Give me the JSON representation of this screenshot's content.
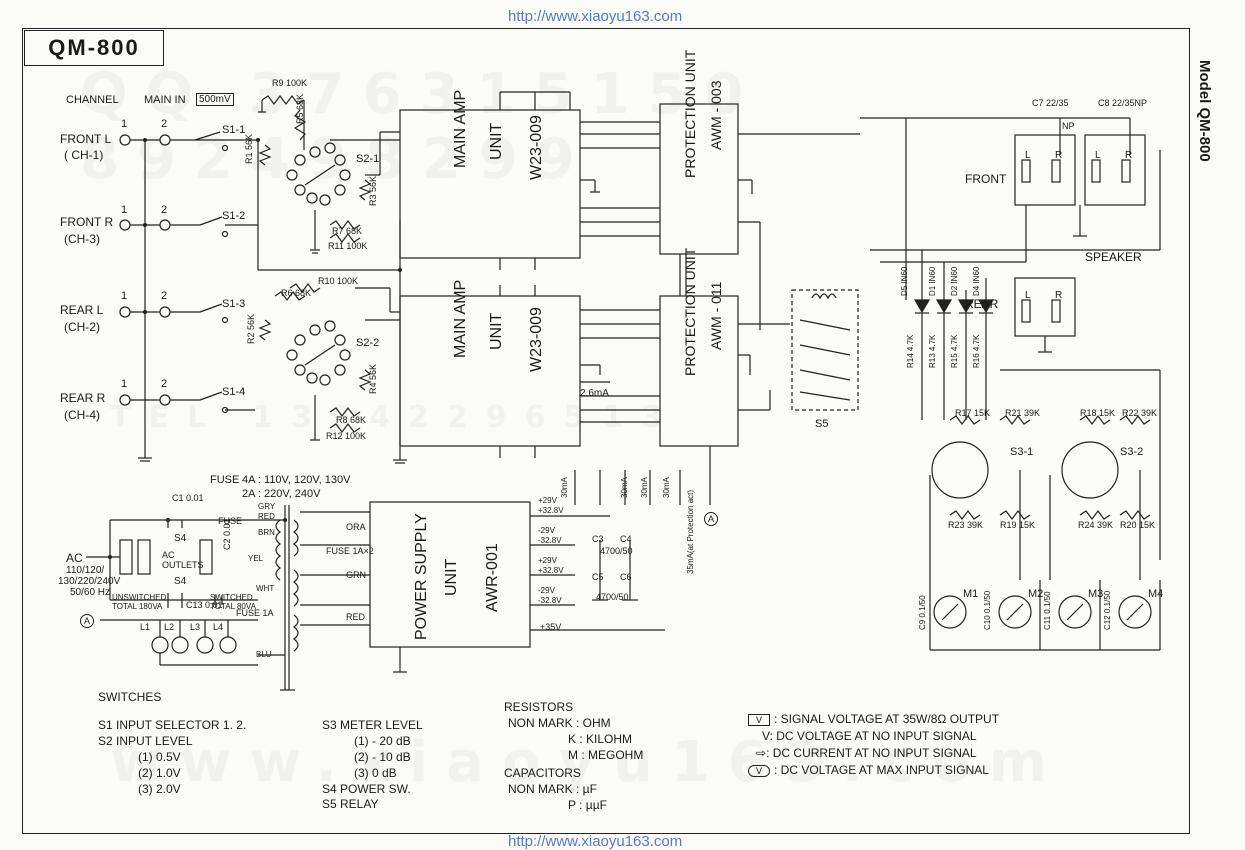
{
  "header": {
    "url_top": "http://www.xiaoyu163.com",
    "url_bottom": "http://www.xiaoyu163.com",
    "model_box": "QM-800",
    "side_label": "Model QM-800"
  },
  "watermark": {
    "line1": "QQ 376315150   892498299",
    "line2": "TEL 13942296513",
    "line3": "www.xiaoyu163.com"
  },
  "inputs": {
    "channel_label": "CHANNEL",
    "main_in_label": "MAIN IN",
    "main_in_value": "500mV",
    "channels": [
      {
        "name": "FRONT L",
        "ch": "( CH-1)",
        "switch": "S1-1"
      },
      {
        "name": "FRONT R",
        "ch": "(CH-3)",
        "switch": "S1-2"
      },
      {
        "name": "REAR L",
        "ch": "(CH-2)",
        "switch": "S1-3"
      },
      {
        "name": "REAR R",
        "ch": "(CH-4)",
        "switch": "S1-4"
      }
    ],
    "pin1": "1",
    "pin2": "2"
  },
  "resistors_top": [
    "R9 100K",
    "R5 68K",
    "R1 56K",
    "R3 56K",
    "R7 68K",
    "R11 100K"
  ],
  "resistors_bottom": [
    "R10 100K",
    "R6 68K",
    "R2 56K",
    "R4 56K",
    "R8 68K",
    "R12 100K"
  ],
  "switch_labels": {
    "s2_1": "S2-1",
    "s2_2": "S2-2",
    "s3_1": "S3-1",
    "s3_2": "S3-2",
    "s5": "S5"
  },
  "units": {
    "amp1": {
      "title": "MAIN AMP",
      "sub": "UNIT",
      "part": "W23-009"
    },
    "amp2": {
      "title": "MAIN AMP",
      "sub": "UNIT",
      "part": "W23-009"
    },
    "prot1": {
      "title": "PROTECTION UNIT",
      "part": "AWM - 003"
    },
    "prot2": {
      "title": "PROTECTION UNIT",
      "part": "AWM - 011"
    },
    "psu": {
      "title": "POWER SUPPLY",
      "sub": "UNIT",
      "part": "AWR-001"
    }
  },
  "meter_current": "2.6mA",
  "speaker": {
    "front": "FRONT",
    "rear": "REAR",
    "label": "SPEAKER",
    "l": "L",
    "r": "R"
  },
  "caps_top": {
    "c7": "C7 22/35",
    "c8": "C8 22/35NP",
    "np": "NP"
  },
  "diodes": [
    "D5 IN60",
    "D1 IN60",
    "D2 IN60",
    "D4 IN60"
  ],
  "meter_resistors": [
    "R14 4.7K",
    "R13 4.7K",
    "R15 4.7K",
    "R16 4.7K",
    "R17 15K",
    "R21 39K",
    "R18 15K",
    "R22 39K",
    "R23 39K",
    "R19 15K",
    "R24 39K",
    "R20 15K"
  ],
  "meters": [
    "M1",
    "M2",
    "M3",
    "M4"
  ],
  "meter_caps": [
    "C9 0.1/50",
    "C10 0.1/50",
    "C11 0.1/50",
    "C12 0.1/50"
  ],
  "fuse": {
    "label": "FUSE",
    "line1": "4A : 110V, 120V, 130V",
    "line2": "2A : 220V, 240V",
    "fuse_1a2": "FUSE 1A×2",
    "fuse_1a": "FUSE 1A"
  },
  "wire_colors": [
    "GRY",
    "RED",
    "BRN",
    "YEL",
    "WHT",
    "ORA",
    "GRN",
    "RED",
    "BLU"
  ],
  "ac": {
    "label": "AC",
    "v": "110/120/",
    "v2": "130/220/240V",
    "hz": "50/60 Hz",
    "outlets": "AC OUTLETS",
    "unswitched": "UNSWITCHED TOTAL 180VA",
    "switched": "SWITCHED TOTAL 80VA",
    "c1": "C1 0.01",
    "c2": "C2 0.01",
    "c13": "C13 0.01",
    "s4": "S4",
    "lamps": [
      "L1",
      "L2",
      "L3",
      "L4"
    ],
    "a_mark": "A"
  },
  "psu_rails": [
    "+29V",
    "+32.8V",
    "-29V",
    "-32.8V",
    "+29V",
    "+32.8V",
    "-29V",
    "-32.8V",
    "+35V"
  ],
  "psu_caps": [
    "C3",
    "C4",
    "4700/50",
    "C5",
    "C6",
    "4700/50"
  ],
  "currents": [
    "30mA",
    "30mA",
    "30mA",
    "30mA",
    "35mA(at Protection act)"
  ],
  "switches_legend": {
    "title": "SWITCHES",
    "s1": "S1  INPUT  SELECTOR  1. 2.",
    "s2": "S2  INPUT  LEVEL",
    "s2_1": "(1)  0.5V",
    "s2_2": "(2)  1.0V",
    "s2_3": "(3)  2.0V",
    "s3": "S3  METER  LEVEL",
    "s3_1": "(1)  - 20 dB",
    "s3_2": "(2)  - 10 dB",
    "s3_3": "(3)      0 dB",
    "s4": "S4  POWER  SW.",
    "s5": "S5  RELAY"
  },
  "resistors_legend": {
    "title": "RESISTORS",
    "r1": "NON  MARK  :  OHM",
    "r2": "K      :  KILOHM",
    "r3": "M      :  MEGOHM",
    "ctitle": "CAPACITORS",
    "c1": "NON  MARK  :  µF",
    "c2": "P      :  µµF"
  },
  "signal_legend": {
    "l1": ":  SIGNAL  VOLTAGE  AT  35W/8Ω  OUTPUT",
    "l2": ":  DC  VOLTAGE  AT  NO  INPUT  SIGNAL",
    "l3": ":  DC  CURRENT  AT  NO  INPUT  SIGNAL",
    "l4": ":  DC  VOLTAGE  AT  MAX  INPUT  SIGNAL",
    "v": "V"
  }
}
